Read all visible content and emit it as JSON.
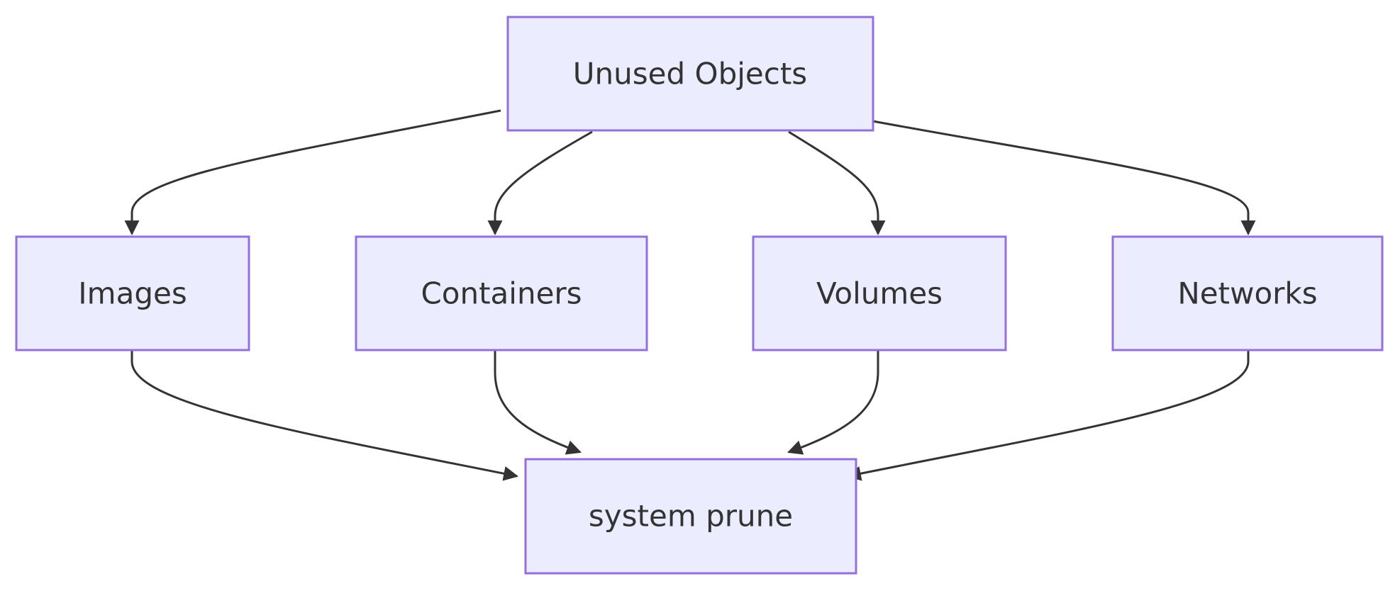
{
  "diagram": {
    "type": "flowchart",
    "colors": {
      "node_fill": "#ECECFF",
      "node_stroke": "#9370DB",
      "text": "#333333",
      "edge": "#333333"
    },
    "nodes": {
      "unused": {
        "label": "Unused Objects"
      },
      "images": {
        "label": "Images"
      },
      "containers": {
        "label": "Containers"
      },
      "volumes": {
        "label": "Volumes"
      },
      "networks": {
        "label": "Networks"
      },
      "prune": {
        "label": "system prune"
      }
    },
    "edges": [
      {
        "from": "unused",
        "to": "images"
      },
      {
        "from": "unused",
        "to": "containers"
      },
      {
        "from": "unused",
        "to": "volumes"
      },
      {
        "from": "unused",
        "to": "networks"
      },
      {
        "from": "images",
        "to": "prune"
      },
      {
        "from": "containers",
        "to": "prune"
      },
      {
        "from": "volumes",
        "to": "prune"
      },
      {
        "from": "networks",
        "to": "prune"
      }
    ]
  }
}
